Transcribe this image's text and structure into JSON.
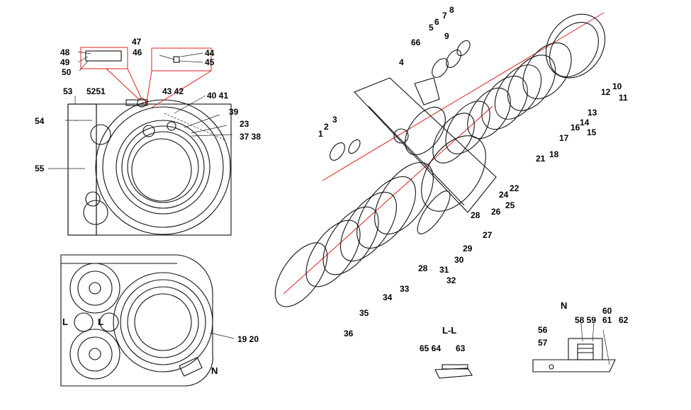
{
  "labels": {
    "l1": "1",
    "l2": "2",
    "l3": "3",
    "l4": "4",
    "l5": "5",
    "l6": "6",
    "l7": "7",
    "l8": "8",
    "l9": "9",
    "l10": "10",
    "l11": "11",
    "l12": "12",
    "l13": "13",
    "l14": "14",
    "l15": "15",
    "l16": "16",
    "l17": "17",
    "l18": "18",
    "l19_20": "19 20",
    "l21": "21",
    "l22": "22",
    "l23": "23",
    "l24": "24",
    "l25": "25",
    "l26": "26",
    "l27": "27",
    "l28a": "28",
    "l28b": "28",
    "l29": "29",
    "l30": "30",
    "l31": "31",
    "l32": "32",
    "l33": "33",
    "l34": "34",
    "l35": "35",
    "l36": "36",
    "l37_38": "37 38",
    "l39": "39",
    "l40_41": "40 41",
    "l43_42": "43 42",
    "l44": "44",
    "l45": "45",
    "l46": "46",
    "l47": "47",
    "l48": "48",
    "l49": "49",
    "l50": "50",
    "l5251": "5251",
    "l53": "53",
    "l54": "54",
    "l55": "55",
    "l56": "56",
    "l57": "57",
    "l58_59": "58 59",
    "l60": "60",
    "l61": "61",
    "l62": "62",
    "l63": "63",
    "l65_64": "65 64",
    "l66": "66"
  },
  "views": {
    "section_ll_title": "L-L",
    "view_n_title": "N",
    "view_n_marker": "N",
    "section_l_left": "L",
    "section_l_right": "L"
  },
  "colors": {
    "line": "#111111",
    "callout_box": "#e0201c",
    "accent_ring": "#2aa7b5"
  }
}
